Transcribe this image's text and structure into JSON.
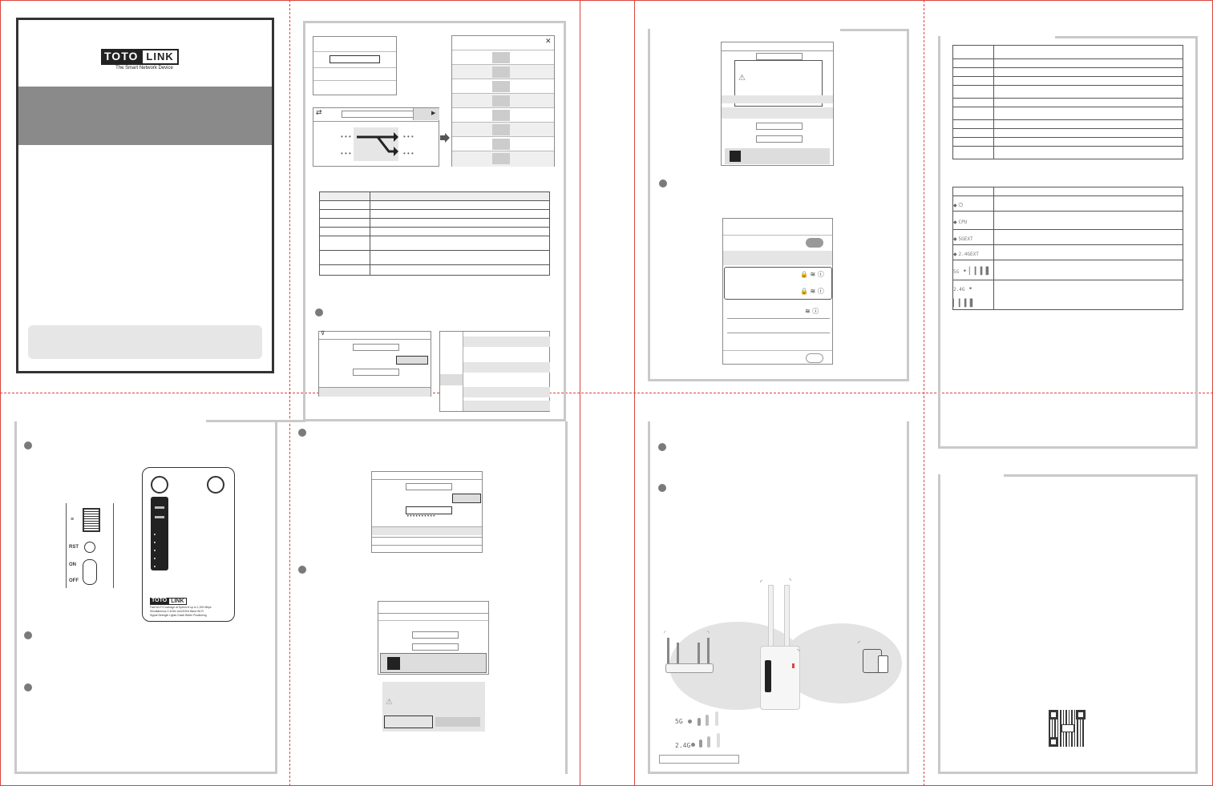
{
  "cover": {
    "brand_left": "TOTO",
    "brand_right": "LINK",
    "tagline": "The Smart Network Device"
  },
  "device": {
    "labels": {
      "port": "≡",
      "reset": "RST",
      "on": "ON",
      "off": "OFF"
    },
    "brand_left": "TOTO",
    "brand_right": "LINK",
    "features": [
      "Fast Wi-Fi Coverage at Speed of up to 1,200 Mbps",
      "Simultaneous 2.4GHz and 5GHz Band Wi-Fi",
      "Signal Strength Lights Guide Better Positioning"
    ]
  },
  "led_table": {
    "rows": [
      "⏻",
      "CPU",
      "5GEXT",
      "2.4GEXT",
      "5G",
      "2.4G"
    ]
  },
  "diagram": {
    "label_5g": "5G",
    "label_24g": "2.4G"
  },
  "colors": {
    "accent_gray": "#8a8a8a",
    "panel_border": "#c9c9c9",
    "cut_line": "#d9453f"
  }
}
